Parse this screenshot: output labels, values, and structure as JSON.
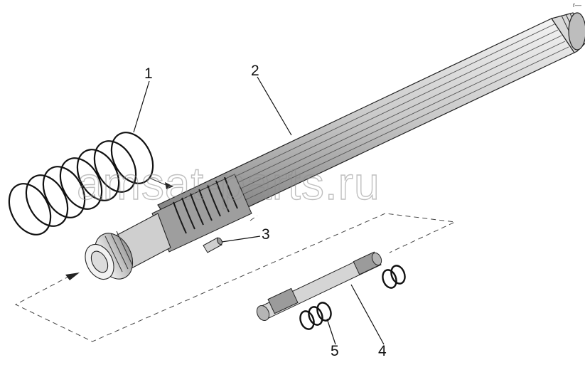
{
  "callouts": [
    {
      "id": "1",
      "label": "1"
    },
    {
      "id": "2",
      "label": "2"
    },
    {
      "id": "3",
      "label": "3"
    },
    {
      "id": "4",
      "label": "4"
    },
    {
      "id": "5",
      "label": "5"
    }
  ],
  "watermark": "amsat-parts.ru",
  "corner_mark": "r—"
}
